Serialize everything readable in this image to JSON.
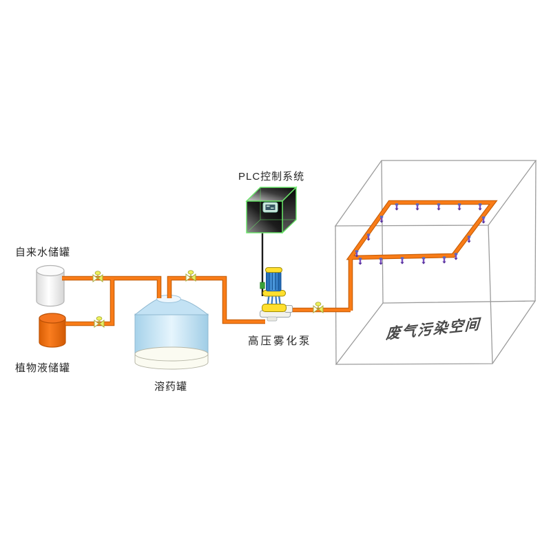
{
  "diagram": {
    "type": "process-flow-diagram",
    "labels": {
      "tap_water_tank": "自来水储罐",
      "plant_liquid_tank": "植物液储罐",
      "dissolving_tank": "溶药罐",
      "plc_system": "PLC控制系统",
      "pump": "高压雾化泵",
      "waste_gas_space": "废气污染空间"
    },
    "colors": {
      "pipe": "#F97C17",
      "pipe_outline": "#C85F08",
      "valve_yellow": "#E9EE63",
      "tank_orange": "#F0700F",
      "tank_blue": "#CBE7F7",
      "pump_blue": "#2F7FD0",
      "pump_yellow": "#FFDF2E",
      "plc_edge_green": "#69E869",
      "nozzle_purple": "#7B4FC0",
      "cube_edge_gray": "#9B9B9B"
    },
    "counts": {
      "valves": 4,
      "spray_nozzles": 16
    }
  }
}
